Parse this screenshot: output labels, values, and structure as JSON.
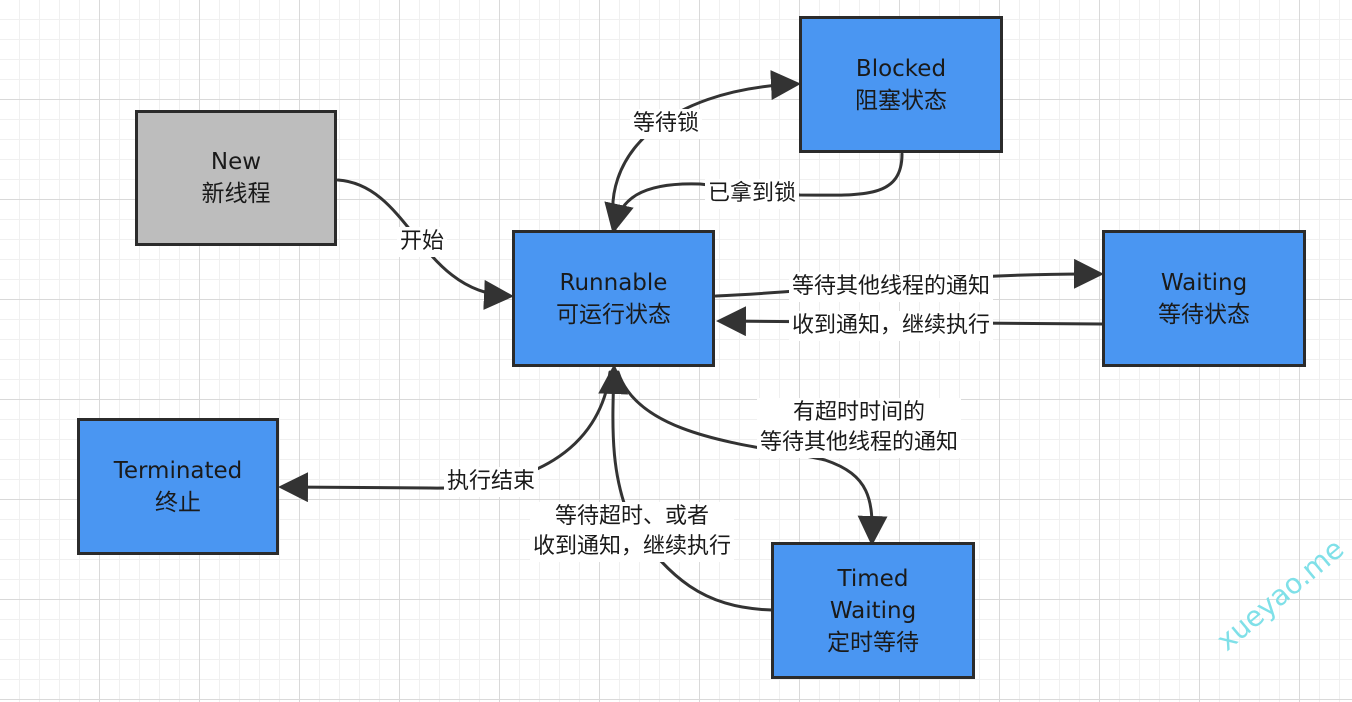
{
  "nodes": {
    "new": {
      "title": "New",
      "subtitle": "新线程"
    },
    "runnable": {
      "title": "Runnable",
      "subtitle": "可运行状态"
    },
    "blocked": {
      "title": "Blocked",
      "subtitle": "阻塞状态"
    },
    "waiting": {
      "title": "Waiting",
      "subtitle": "等待状态"
    },
    "timed_waiting": {
      "title_line1": "Timed",
      "title_line2": "Waiting",
      "subtitle": "定时等待"
    },
    "terminated": {
      "title": "Terminated",
      "subtitle": "终止"
    }
  },
  "edges": {
    "start": "开始",
    "wait_lock": "等待锁",
    "got_lock": "已拿到锁",
    "wait_notify": "等待其他线程的通知",
    "receive_notify": "收到通知，继续执行",
    "timed_wait_line1": "有超时时间的",
    "timed_wait_line2": "等待其他线程的通知",
    "timeout_line1": "等待超时、或者",
    "timeout_line2": "收到通知，继续执行",
    "finish": "执行结束"
  },
  "watermark": "xueyao.me",
  "colors": {
    "state_fill": "#4a96f2",
    "new_fill": "#bdbdbd",
    "border": "#2b2b2b",
    "edge": "#333333",
    "watermark": "#7fe0e8"
  }
}
